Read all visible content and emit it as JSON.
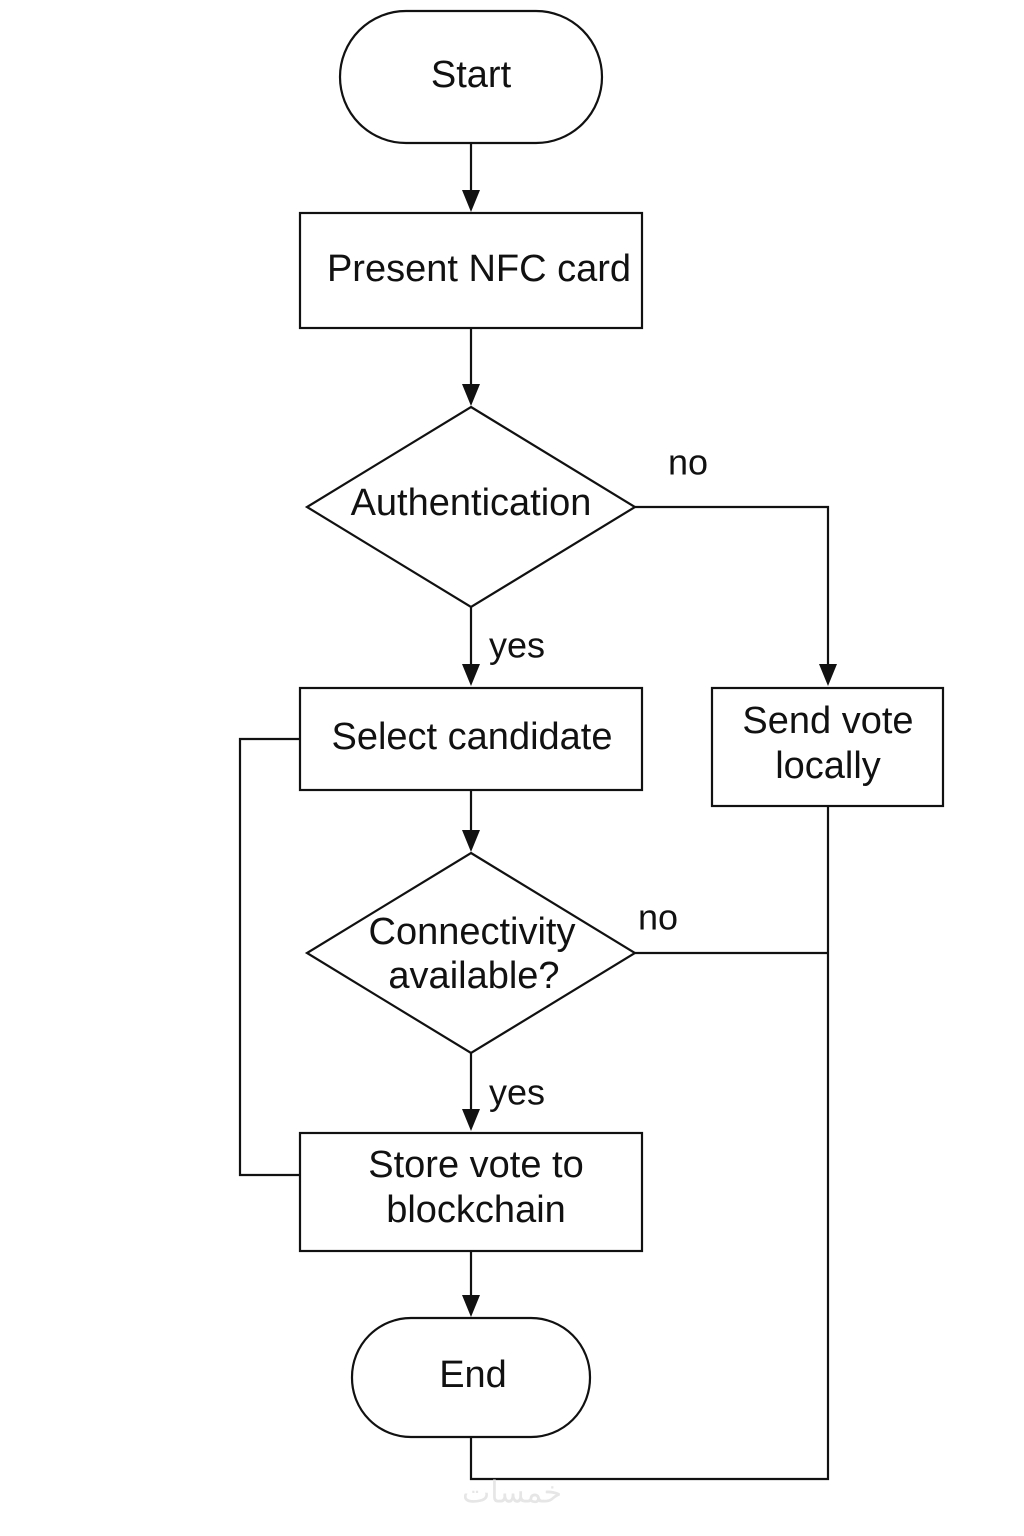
{
  "nodes": {
    "start": "Start",
    "present_nfc": "Present NFC card",
    "authentication": "Authentication",
    "select_candidate": "Select candidate",
    "send_vote_locally": [
      "Send vote",
      "locally"
    ],
    "connectivity": [
      "Connectivity",
      "available?"
    ],
    "store_vote": [
      "Store vote to",
      "blockchain"
    ],
    "end": "End"
  },
  "edge_labels": {
    "auth_no": "no",
    "auth_yes": "yes",
    "conn_no": "no",
    "conn_yes": "yes"
  },
  "watermark": "خمسات",
  "colors": {
    "stroke": "#111111",
    "background": "#ffffff",
    "watermark": "#e6e6e6"
  }
}
